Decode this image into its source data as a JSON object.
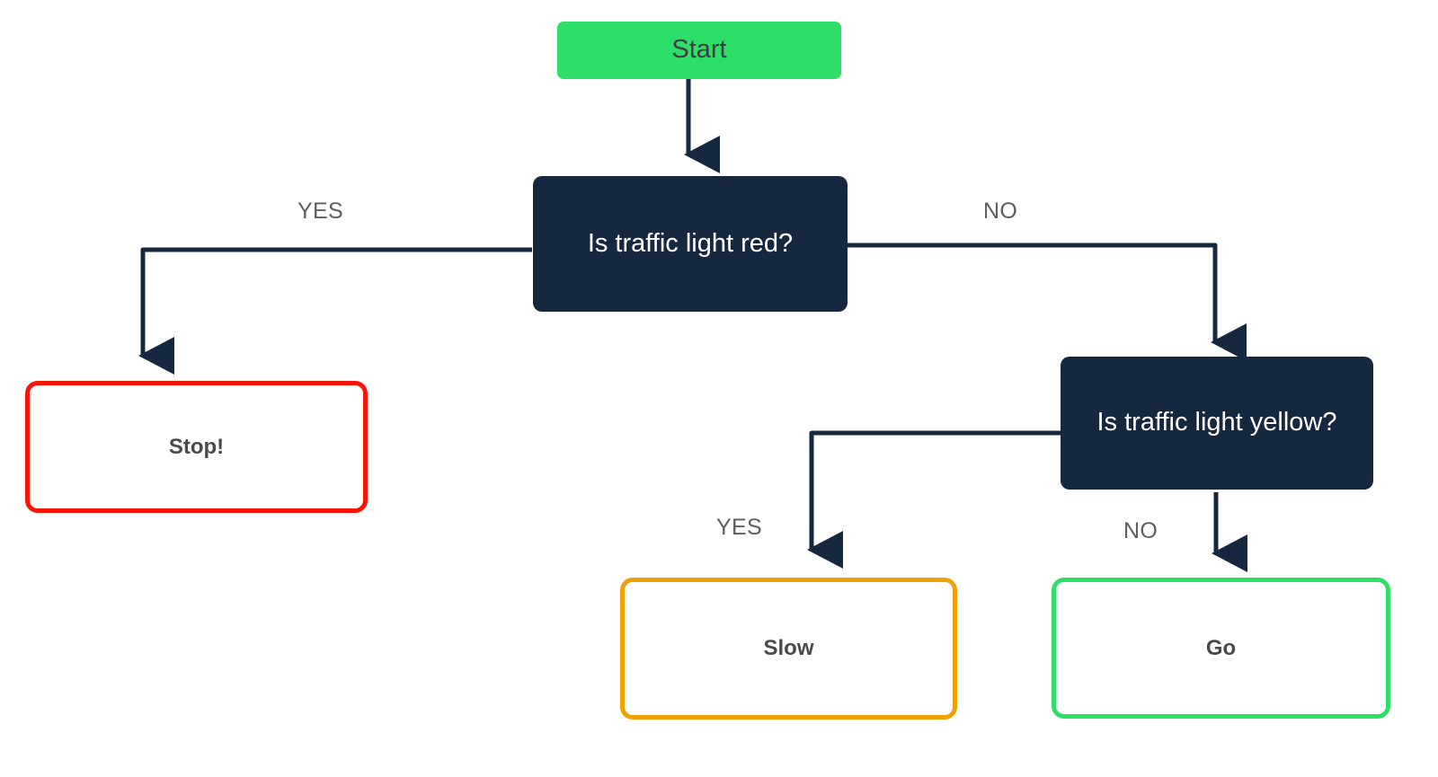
{
  "diagram": {
    "title": "Traffic light decision flowchart",
    "background": "#ffffff",
    "connector_color": "#16283f"
  },
  "nodes": {
    "start": {
      "label": "Start",
      "type": "start",
      "fill": "#2ddf68",
      "text_color": "#3c3c46"
    },
    "decision_red": {
      "label": "Is traffic light red?",
      "type": "decision",
      "fill": "#16283f",
      "text_color": "#ffffff"
    },
    "decision_yellow": {
      "label": "Is traffic light yellow?",
      "type": "decision",
      "fill": "#16283f",
      "text_color": "#ffffff"
    },
    "stop": {
      "label": "Stop!",
      "type": "terminal",
      "border_color": "#fa1405",
      "fill": "#ffffff",
      "text_color": "#4a4a4a"
    },
    "slow": {
      "label": "Slow",
      "type": "terminal",
      "border_color": "#f2a007",
      "fill": "#ffffff",
      "text_color": "#4a4a4a"
    },
    "go": {
      "label": "Go",
      "type": "terminal",
      "border_color": "#2ddf68",
      "fill": "#ffffff",
      "text_color": "#4a4a4a"
    }
  },
  "edges": [
    {
      "id": "start-to-red",
      "from": "start",
      "to": "decision_red",
      "label": ""
    },
    {
      "id": "red-yes-to-stop",
      "from": "decision_red",
      "to": "stop",
      "label": "YES"
    },
    {
      "id": "red-no-to-yellow",
      "from": "decision_red",
      "to": "decision_yellow",
      "label": "NO"
    },
    {
      "id": "yellow-yes-to-slow",
      "from": "decision_yellow",
      "to": "slow",
      "label": "YES"
    },
    {
      "id": "yellow-no-to-go",
      "from": "decision_yellow",
      "to": "go",
      "label": "NO"
    }
  ],
  "edge_labels": {
    "red_yes": "YES",
    "red_no": "NO",
    "yellow_yes": "YES",
    "yellow_no": "NO"
  }
}
